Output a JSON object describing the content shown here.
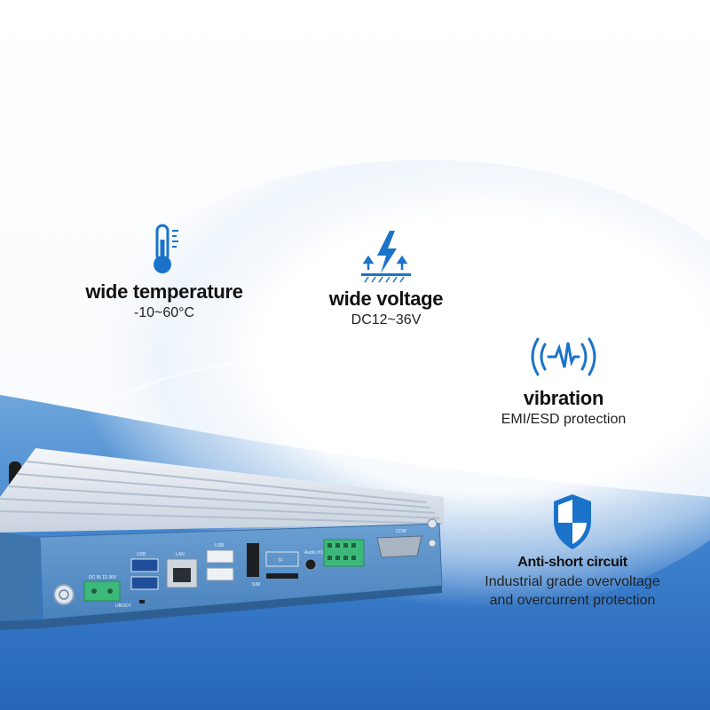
{
  "features": [
    {
      "id": "temperature",
      "icon": "thermometer-icon",
      "title": "wide temperature",
      "subtitle": "-10~60°C"
    },
    {
      "id": "voltage",
      "icon": "lightning-voltage-icon",
      "title": "wide voltage",
      "subtitle": "DC12~36V"
    },
    {
      "id": "vibration",
      "icon": "vibration-wave-icon",
      "title": "vibration",
      "subtitle": "EMI/ESD protection"
    },
    {
      "id": "short",
      "icon": "shield-icon",
      "title": "Anti-short circuit",
      "subtitle_lines": [
        "Industrial grade overvoltage",
        "and overcurrent protection"
      ]
    }
  ],
  "device": {
    "port_labels": {
      "dc_in": "DC IN 12-36V",
      "usb_left": "USB",
      "lan": "LAN",
      "usb_right": "USB",
      "sim": "SIM",
      "tf": "TF",
      "audio": "Audio I/O",
      "com": "COM",
      "uboot": "UBOOT"
    }
  },
  "colors": {
    "icon_blue": "#1a73c8",
    "device_blue": "#5b94c9",
    "floor_blue": "#2f74c6",
    "terminal_green": "#3cb878"
  }
}
